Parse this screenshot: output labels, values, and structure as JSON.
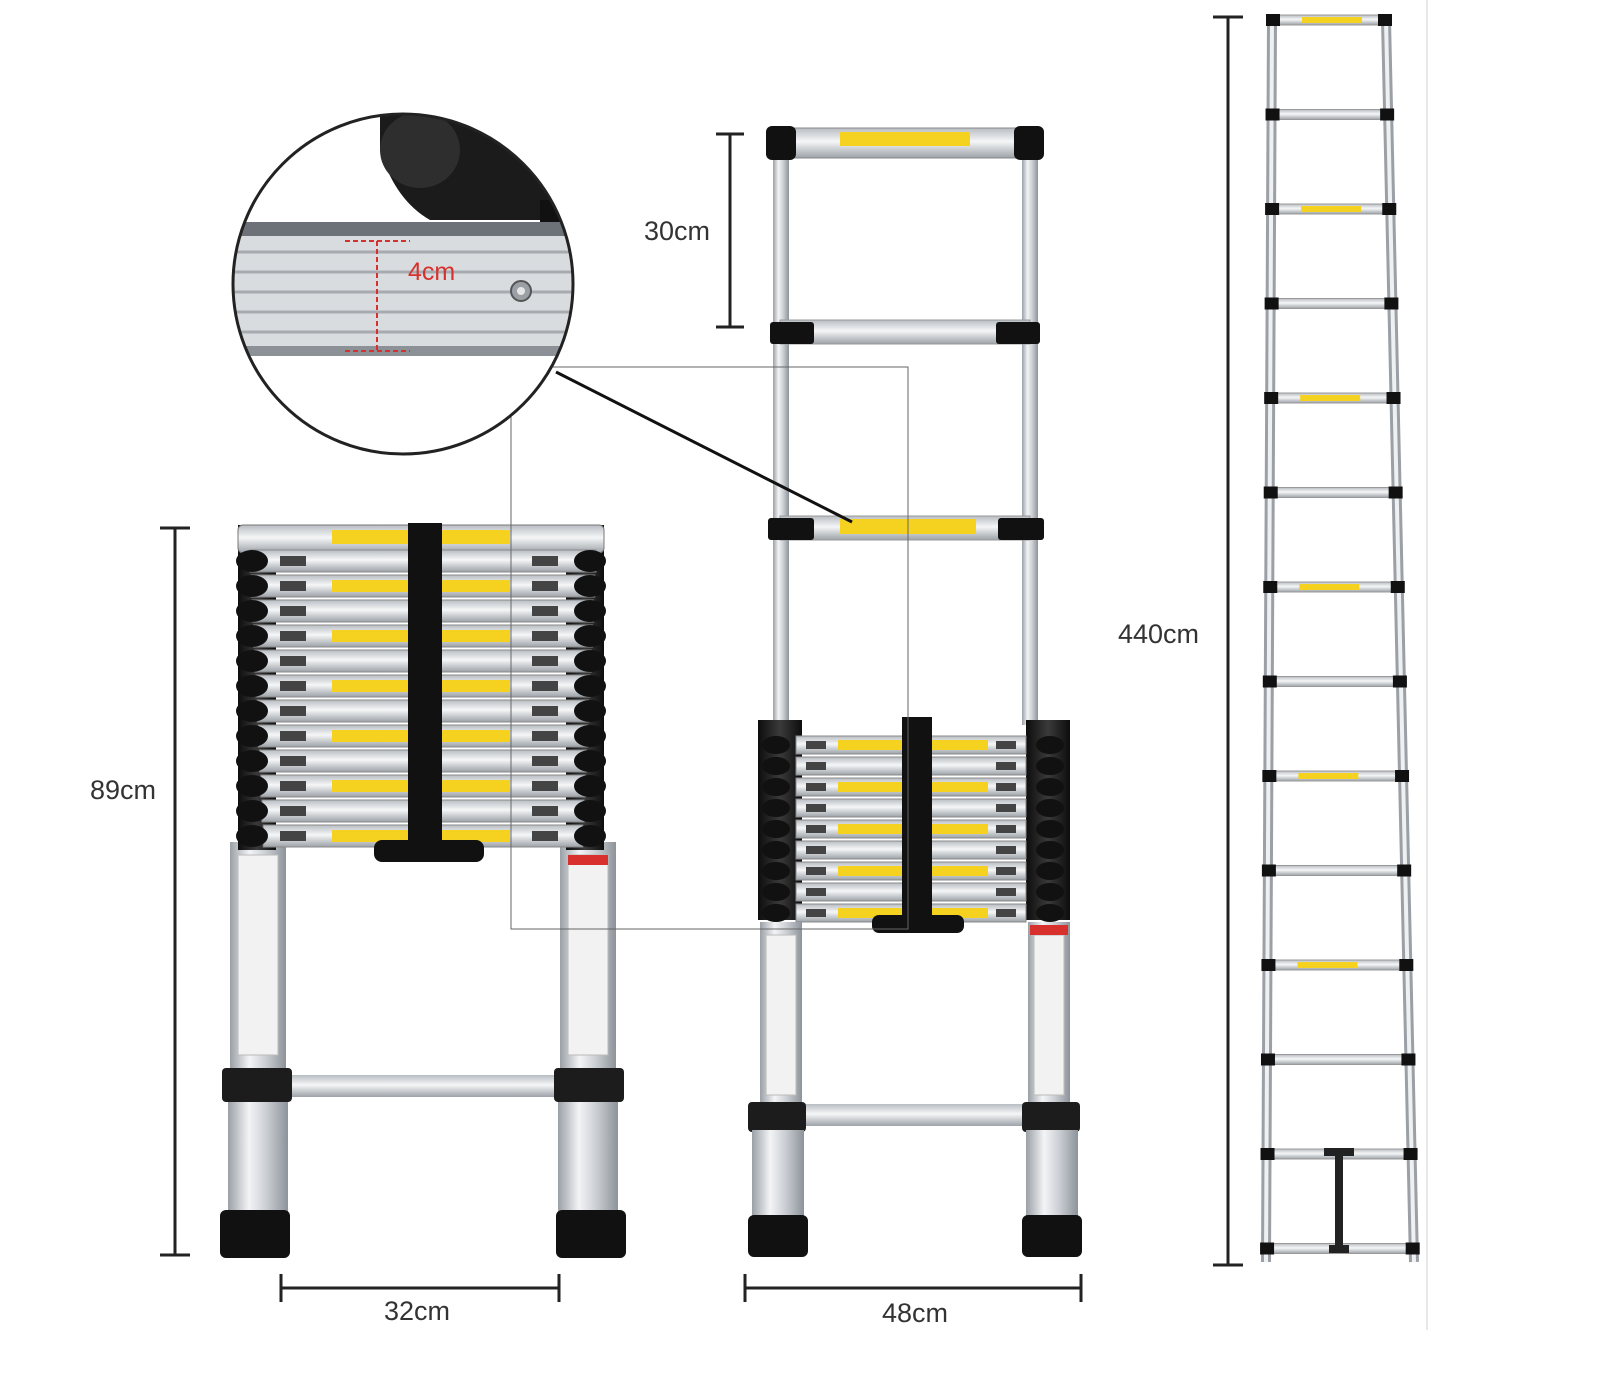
{
  "colors": {
    "background": "#ffffff",
    "aluminum": "#cfd3d8",
    "aluminum_dark": "#8e949b",
    "plastic_black": "#1c1c1c",
    "warning_yellow": "#f4d21f",
    "dimension_line": "#222222",
    "dimension_text": "#333333",
    "zoom_marker": "#d8302c"
  },
  "dimensions": {
    "collapsed_height": "89cm",
    "collapsed_width": "32cm",
    "extended_bottom_width": "48cm",
    "step_spacing": "30cm",
    "extended_height": "440cm",
    "rung_thickness": "4cm"
  },
  "icons": {
    "zoom": "magnifier-detail",
    "ladder": "telescopic-ladder"
  }
}
